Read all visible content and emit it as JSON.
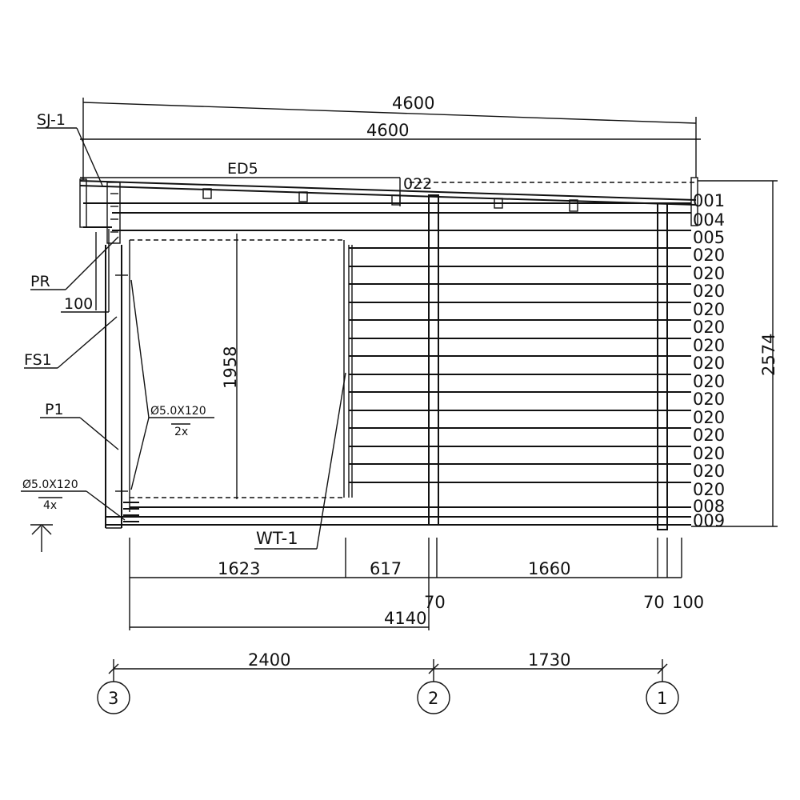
{
  "dimensions": {
    "top_outer": "4600",
    "top_inner": "4600",
    "height_total": "2574",
    "door_height": "1958",
    "eave_offset": "100",
    "bottom_1": "1623",
    "bottom_2": "617",
    "bottom_3": "1660",
    "bottom_70a": "70",
    "bottom_70b": "70",
    "bottom_100": "100",
    "bottom_total": "4140",
    "grid_left": "2400",
    "grid_right": "1730"
  },
  "labels": {
    "sj1": "SJ-1",
    "ed5": "ED5",
    "n022": "022",
    "pr": "PR",
    "fs1": "FS1",
    "p1": "P1",
    "screw1": "Ø5.0X120",
    "screw1_count": "2x",
    "screw2": "Ø5.0X120",
    "screw2_count": "4x",
    "wt1": "WT-1"
  },
  "log_codes": [
    "001",
    "004",
    "005",
    "020",
    "020",
    "020",
    "020",
    "020",
    "020",
    "020",
    "020",
    "020",
    "020",
    "020",
    "020",
    "020",
    "020",
    "008",
    "009"
  ],
  "axes": [
    "3",
    "2",
    "1"
  ]
}
